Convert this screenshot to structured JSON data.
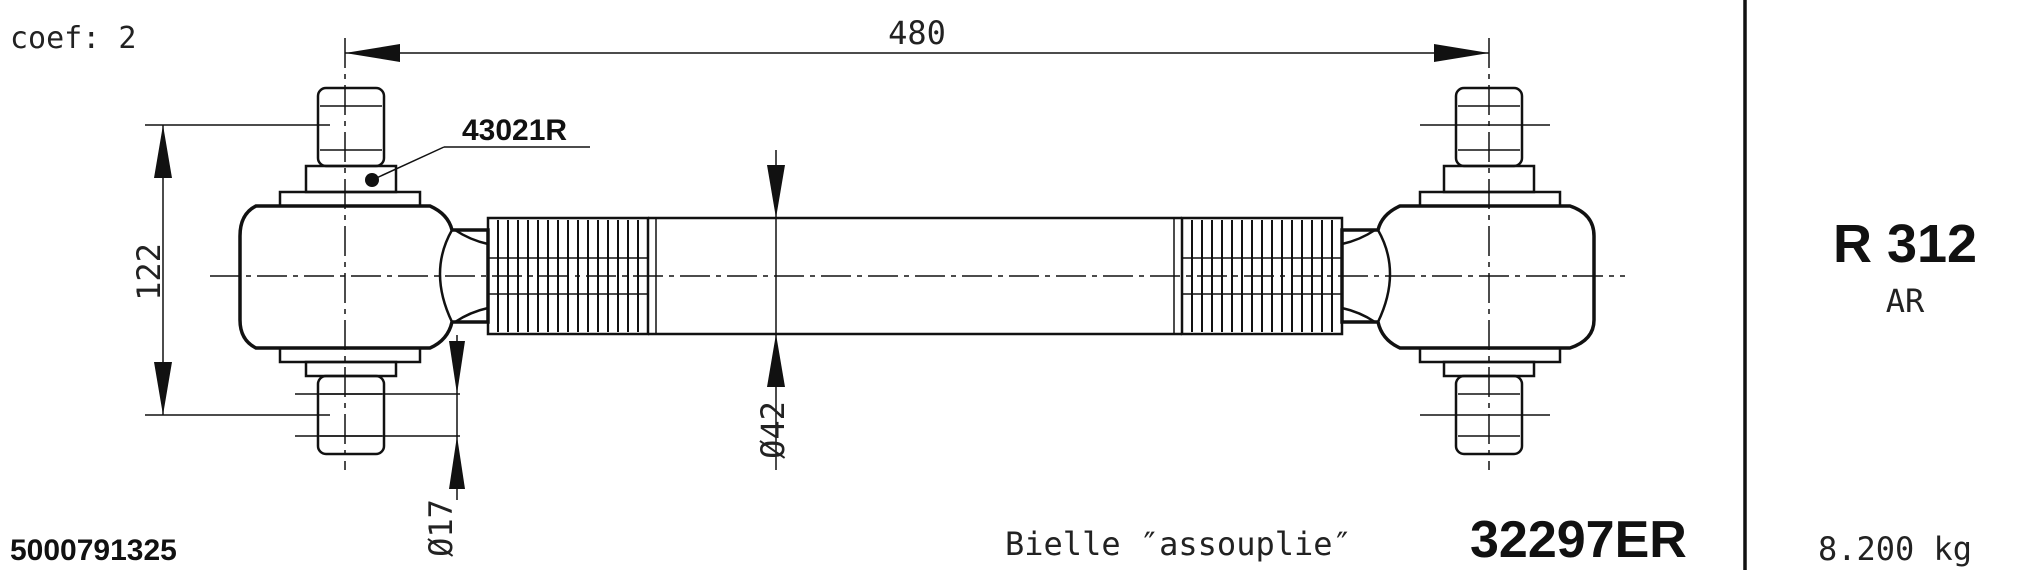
{
  "header": {
    "coef": "coef: 2"
  },
  "dimensions": {
    "length": "480",
    "height": "122",
    "rod_diameter": "Ø42",
    "bolt_diameter": "Ø17"
  },
  "callout": {
    "part_ref": "43021R"
  },
  "footer": {
    "reference_left": "5000791325",
    "description": "Bielle ″assouplie″",
    "part_number": "32297ER"
  },
  "side_panel": {
    "code": "R 312",
    "sub_code": "AR",
    "weight": "8.200 kg"
  }
}
